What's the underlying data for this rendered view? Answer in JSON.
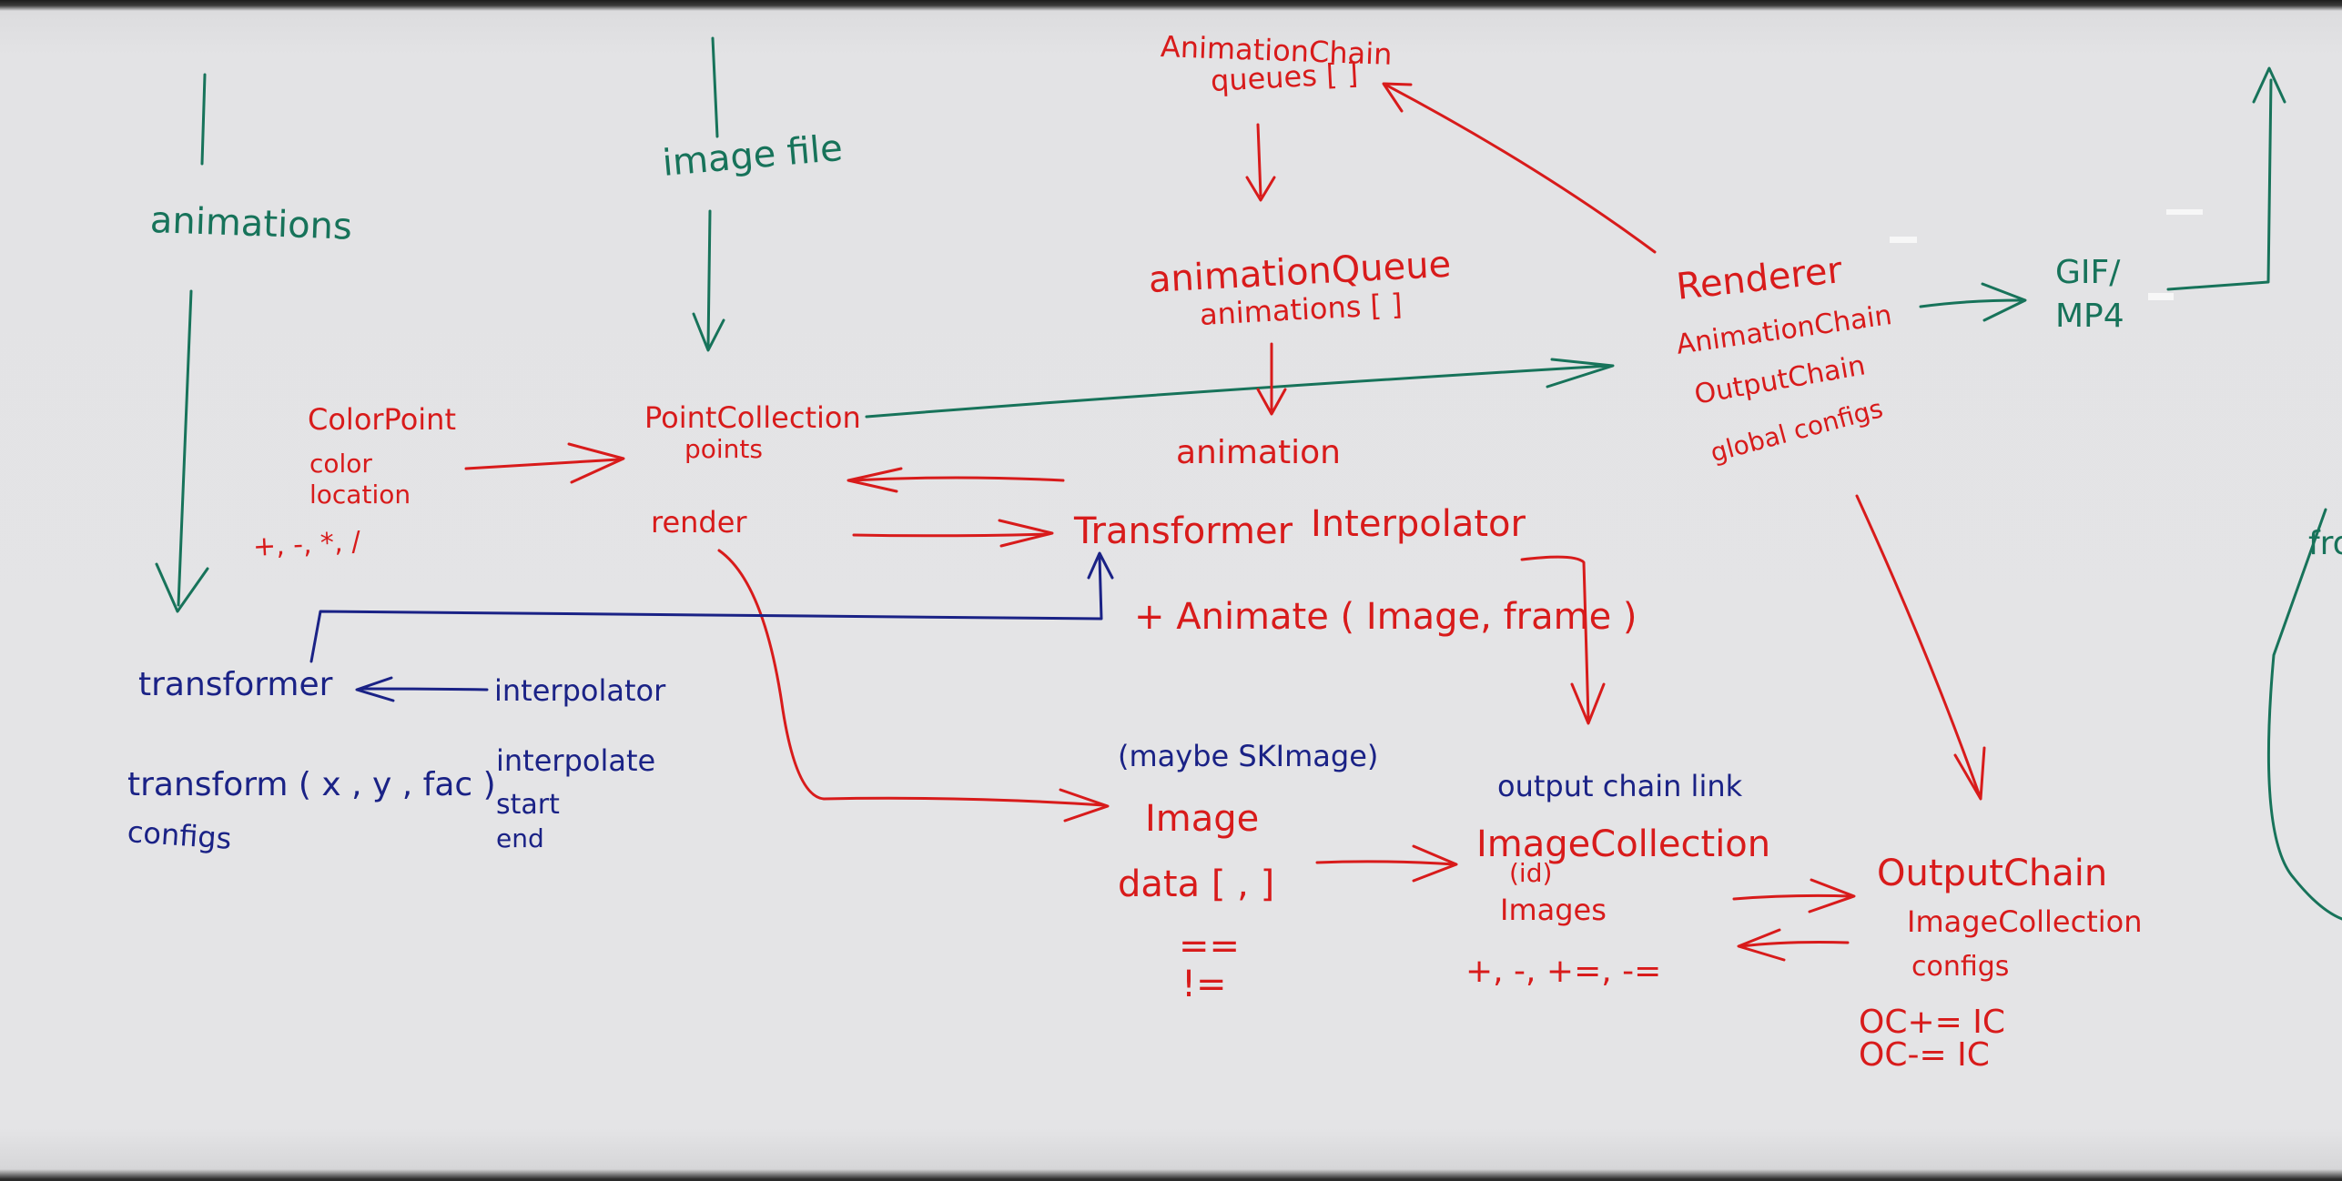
{
  "labels": {
    "animations": "animations",
    "image_file": "image file",
    "animation_chain": "AnimationChain",
    "animation_chain_queues": "queues [ ]",
    "animation_queue": "animationQueue",
    "animation_queue_animations": "animations [ ]",
    "animation": "animation",
    "renderer": "Renderer",
    "renderer_animation_chain": "AnimationChain",
    "renderer_output_chain": "OutputChain",
    "renderer_global_configs": "global configs",
    "gif_mp4_line1": "GIF/",
    "gif_mp4_line2": "MP4",
    "color_point": "ColorPoint",
    "color_point_color": "color",
    "color_point_location": "location",
    "color_point_ops": "+, -, *, /",
    "point_collection": "PointCollection",
    "point_collection_points": "points",
    "point_collection_render": "render",
    "transformer_red": "Transformer",
    "interpolator_red": "Interpolator",
    "animate_method": "+ Animate ( Image, frame )",
    "transformer_blue": "transformer",
    "interpolator_blue": "interpolator",
    "transform_method": "transform ( x , y , fac )",
    "transformer_configs": "configs",
    "interpolate": "interpolate",
    "interpolate_start": "start",
    "interpolate_end": "end",
    "maybe_skimage": "(maybe SKImage)",
    "image": "Image",
    "image_data": "data [ , ]",
    "image_eq": "==",
    "image_neq": "!=",
    "output_chain_link": "output chain link",
    "image_collection": "ImageCollection",
    "image_collection_id": "(id)",
    "image_collection_images": "Images",
    "image_collection_ops": "+, -, +=, -=",
    "output_chain": "OutputChain",
    "output_chain_image_collection": "ImageCollection",
    "output_chain_configs": "configs",
    "oc_plus": "OC+= IC",
    "oc_minus": "OC-= IC",
    "edge_fragment": "fro"
  },
  "colors": {
    "red_ink": "#d81b1b",
    "green_ink": "#17735a",
    "blue_ink": "#1a2286",
    "board": "#e3e3e5"
  }
}
